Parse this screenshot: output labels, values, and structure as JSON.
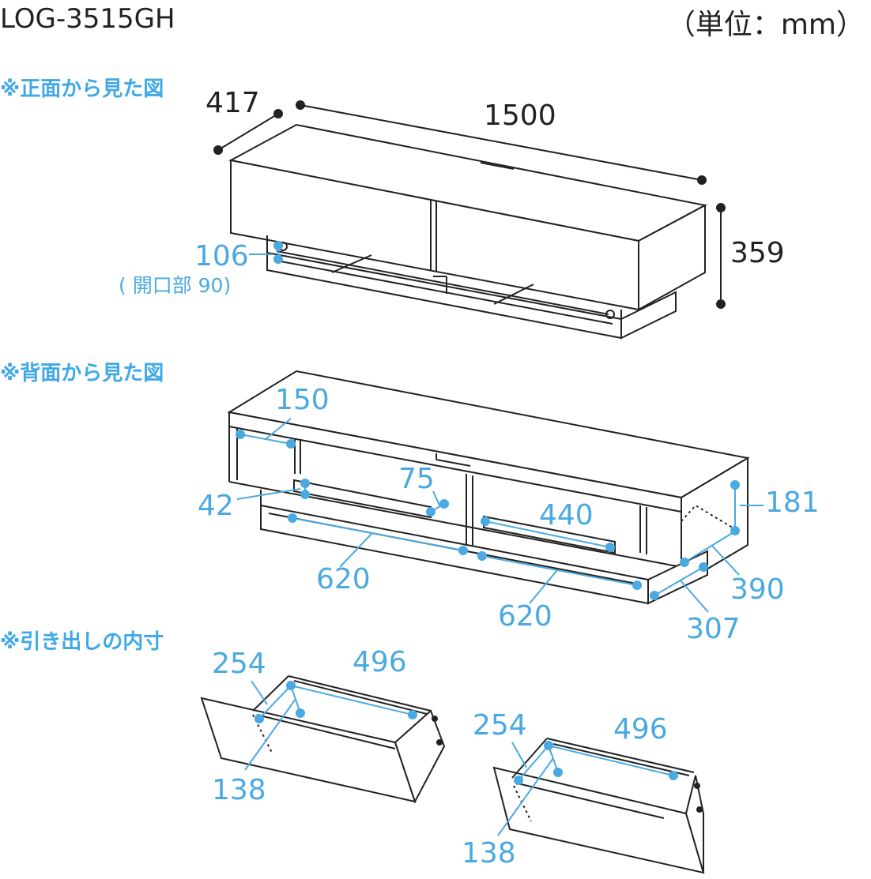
{
  "header": {
    "model": "LOG-3515GH",
    "unit": "（単位：mm）"
  },
  "sections": {
    "front": "※正面から見た図",
    "back": "※背面から見た図",
    "drawer": "※引き出しの内寸"
  },
  "front_view": {
    "depth": "417",
    "width": "1500",
    "height": "359",
    "opening_height": "106",
    "opening_note": "( 開口部 90)"
  },
  "back_view": {
    "d150": "150",
    "d42": "42",
    "d75": "75",
    "d440": "440",
    "d181": "181",
    "d620_left": "620",
    "d620_right": "620",
    "d390": "390",
    "d307": "307"
  },
  "drawer_left": {
    "depth": "254",
    "width": "496",
    "height": "138"
  },
  "drawer_right": {
    "depth": "254",
    "width": "496",
    "height": "138"
  },
  "colors": {
    "accent": "#3fa9e6",
    "line": "#222222"
  }
}
